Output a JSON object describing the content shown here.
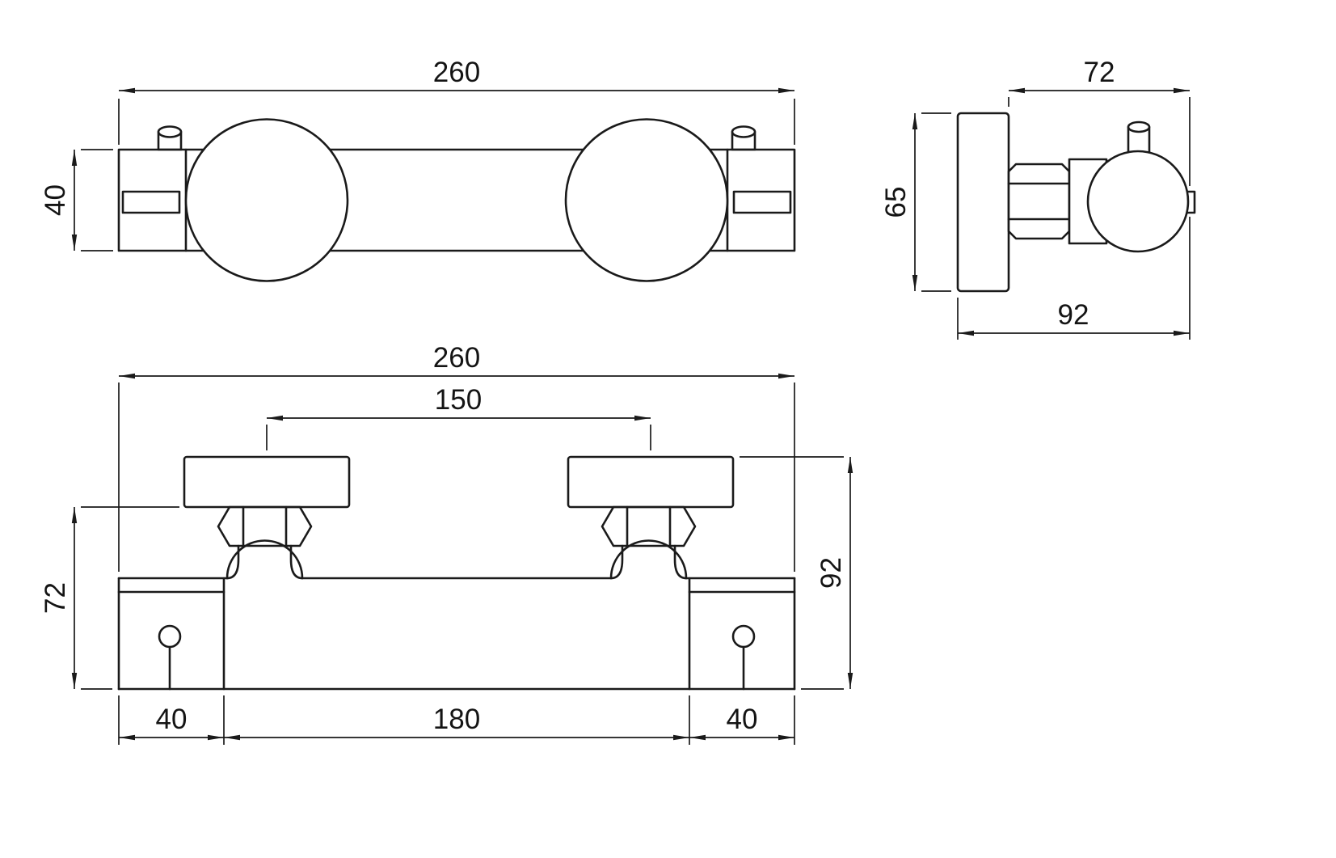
{
  "page": {
    "background": "#ffffff",
    "line_color": "#1a1a1a"
  },
  "drawing": {
    "top_view": {
      "width": "260",
      "depth": "40"
    },
    "side_view": {
      "body_depth": "72",
      "plate_height": "65",
      "overall_depth": "92"
    },
    "front_view": {
      "width": "260",
      "inlet_centres": "150",
      "body_drop": "72",
      "overall_drop": "92",
      "left_end": "40",
      "centre_section": "180",
      "right_end": "40"
    }
  }
}
